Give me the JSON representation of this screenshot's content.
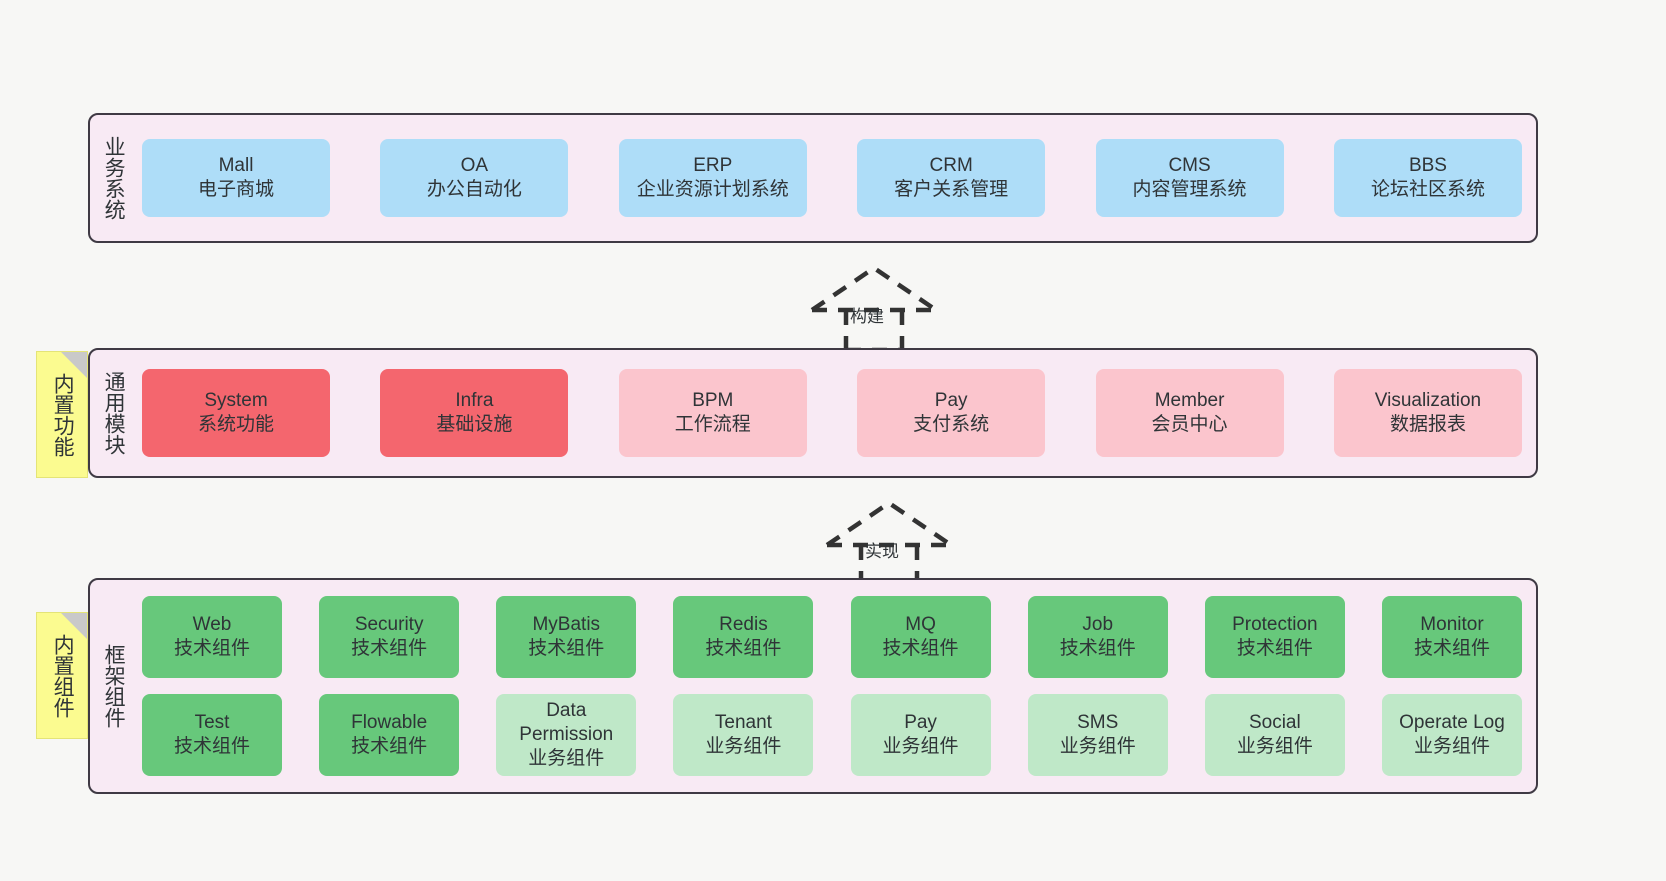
{
  "diagram": {
    "background_color": "#f7f7f5",
    "panel_fill": "#f8eaf4",
    "panel_border": "#3f3a44",
    "note_fill": "#fbfb90",
    "colors": {
      "blue": "#aeddf8",
      "red": "#f4666e",
      "pink": "#fbc5cd",
      "green": "#67c87b",
      "light_green": "#bfe8c8"
    }
  },
  "layers": [
    {
      "title": "业务系统",
      "rows": [
        [
          {
            "name": "Mall",
            "desc": "电子商城",
            "color": "blue"
          },
          {
            "name": "OA",
            "desc": "办公自动化",
            "color": "blue"
          },
          {
            "name": "ERP",
            "desc": "企业资源计划系统",
            "color": "blue"
          },
          {
            "name": "CRM",
            "desc": "客户关系管理",
            "color": "blue"
          },
          {
            "name": "CMS",
            "desc": "内容管理系统",
            "color": "blue"
          },
          {
            "name": "BBS",
            "desc": "论坛社区系统",
            "color": "blue"
          }
        ]
      ]
    },
    {
      "title": "通用模块",
      "note": "内置功能",
      "rows": [
        [
          {
            "name": "System",
            "desc": "系统功能",
            "color": "red"
          },
          {
            "name": "Infra",
            "desc": "基础设施",
            "color": "red"
          },
          {
            "name": "BPM",
            "desc": "工作流程",
            "color": "pink"
          },
          {
            "name": "Pay",
            "desc": "支付系统",
            "color": "pink"
          },
          {
            "name": "Member",
            "desc": "会员中心",
            "color": "pink"
          },
          {
            "name": "Visualization",
            "desc": "数据报表",
            "color": "pink"
          }
        ]
      ]
    },
    {
      "title": "框架组件",
      "note": "内置组件",
      "rows": [
        [
          {
            "name": "Web",
            "desc": "技术组件",
            "color": "green"
          },
          {
            "name": "Security",
            "desc": "技术组件",
            "color": "green"
          },
          {
            "name": "MyBatis",
            "desc": "技术组件",
            "color": "green"
          },
          {
            "name": "Redis",
            "desc": "技术组件",
            "color": "green"
          },
          {
            "name": "MQ",
            "desc": "技术组件",
            "color": "green"
          },
          {
            "name": "Job",
            "desc": "技术组件",
            "color": "green"
          },
          {
            "name": "Protection",
            "desc": "技术组件",
            "color": "green"
          },
          {
            "name": "Monitor",
            "desc": "技术组件",
            "color": "green"
          }
        ],
        [
          {
            "name": "Test",
            "desc": "技术组件",
            "color": "green"
          },
          {
            "name": "Flowable",
            "desc": "技术组件",
            "color": "green"
          },
          {
            "name": "Data Permission",
            "desc": "业务组件",
            "color": "light_green"
          },
          {
            "name": "Tenant",
            "desc": "业务组件",
            "color": "light_green"
          },
          {
            "name": "Pay",
            "desc": "业务组件",
            "color": "light_green"
          },
          {
            "name": "SMS",
            "desc": "业务组件",
            "color": "light_green"
          },
          {
            "name": "Social",
            "desc": "业务组件",
            "color": "light_green"
          },
          {
            "name": "Operate Log",
            "desc": "业务组件",
            "color": "light_green"
          }
        ]
      ]
    }
  ],
  "connectors": [
    {
      "label": "构建",
      "icon": "dashed-generalization-arrow-up"
    },
    {
      "label": "实现",
      "icon": "dashed-generalization-arrow-up"
    }
  ]
}
